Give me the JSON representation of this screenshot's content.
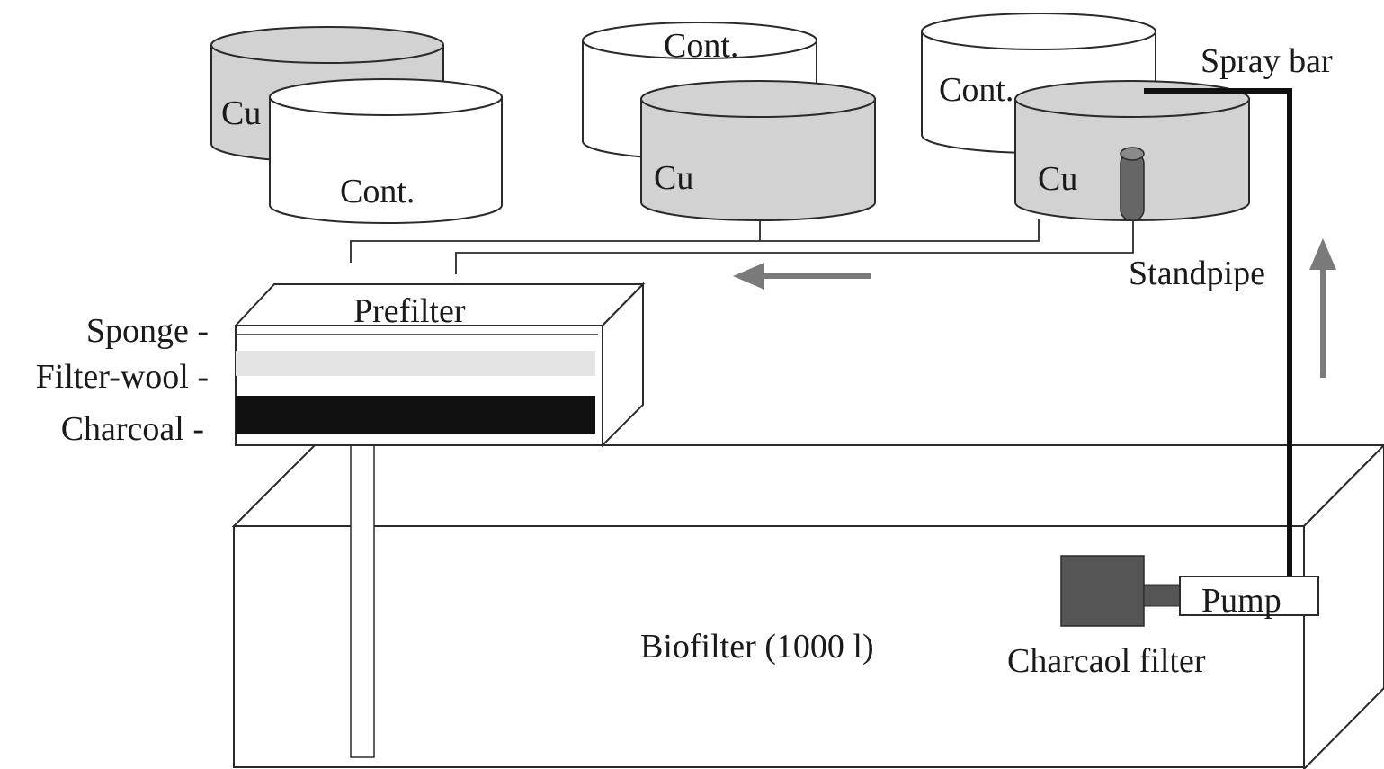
{
  "tanks": [
    {
      "id": "tank-1-back",
      "label": "Cu",
      "treatment": "copper"
    },
    {
      "id": "tank-1-front",
      "label": "Cont.",
      "treatment": "control"
    },
    {
      "id": "tank-2-back",
      "label": "Cont.",
      "treatment": "control"
    },
    {
      "id": "tank-2-front",
      "label": "Cu",
      "treatment": "copper"
    },
    {
      "id": "tank-3-back",
      "label": "Cont.",
      "treatment": "control"
    },
    {
      "id": "tank-3-front",
      "label": "Cu",
      "treatment": "copper"
    }
  ],
  "labels": {
    "spray_bar": "Spray bar",
    "standpipe": "Standpipe",
    "prefilter": "Prefilter",
    "sponge": "Sponge -",
    "filter_wool": "Filter-wool -",
    "charcoal": "Charcoal -",
    "biofilter": "Biofilter (1000 l)",
    "charcoal_filter": "Charcaol filter",
    "pump": "Pump"
  },
  "colors": {
    "copper_tank": "#d2d2d2",
    "control_tank": "#ffffff",
    "line": "#2a2a2a",
    "flow_arrow": "#7a7a7a",
    "charcoal_layer": "#111111",
    "filter_wool_layer": "#e4e4e4",
    "charcoal_filter": "#555555",
    "standpipe": "#666666"
  },
  "flow_arrows": [
    {
      "name": "return-flow",
      "direction": "left"
    },
    {
      "name": "pump-flow",
      "direction": "up"
    }
  ]
}
